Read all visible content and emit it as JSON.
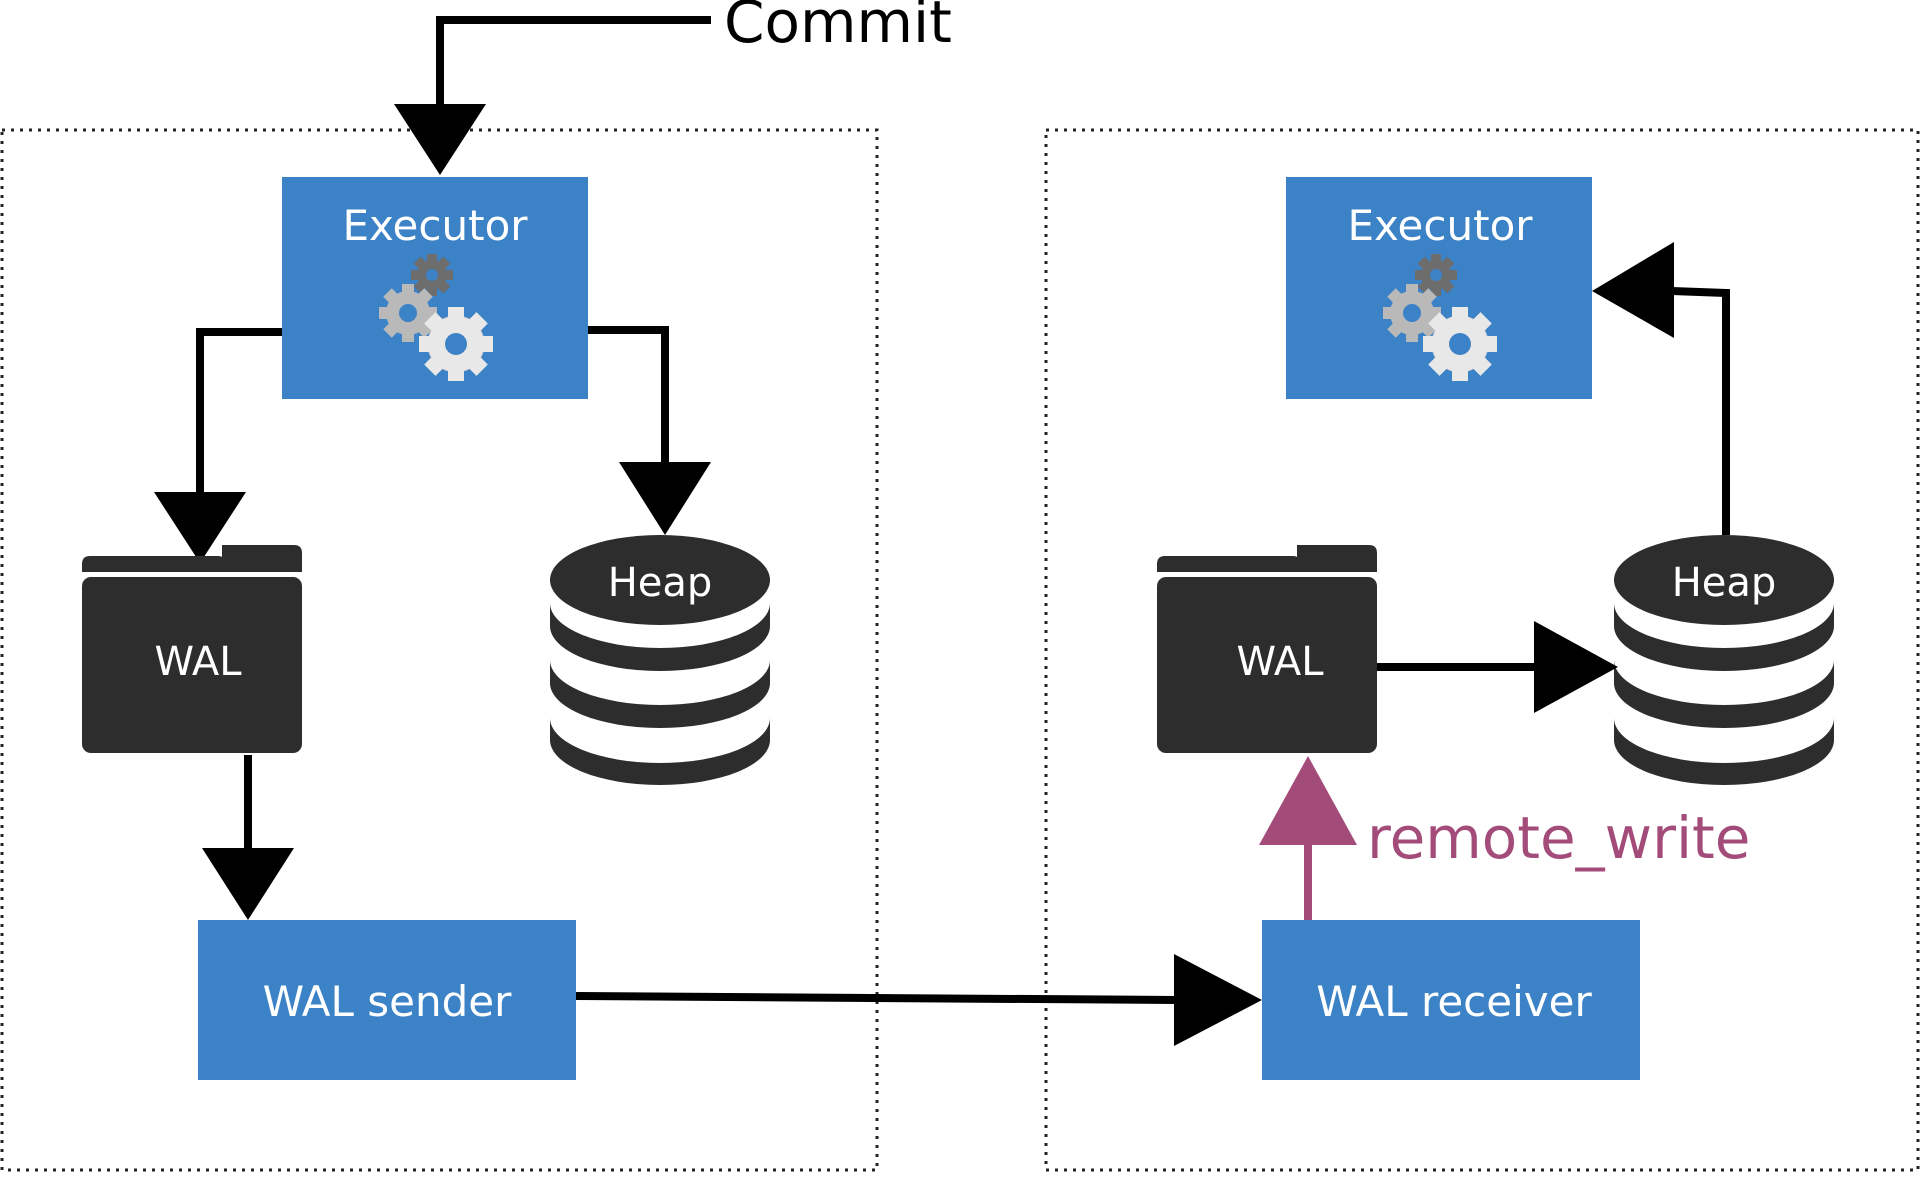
{
  "top_label": "Commit",
  "primary": {
    "executor_label": "Executor",
    "wal_label": "WAL",
    "heap_label": "Heap",
    "sender_label": "WAL sender"
  },
  "standby": {
    "executor_label": "Executor",
    "wal_label": "WAL",
    "heap_label": "Heap",
    "receiver_label": "WAL receiver"
  },
  "sync_label": "remote_write",
  "colors": {
    "box_blue": "#3c82c6",
    "dark": "#2d2d2d",
    "accent": "#a34c7a",
    "text_on_dark": "#ffffff"
  },
  "icons": [
    "gears-icon",
    "folder-icon",
    "database-icon"
  ]
}
